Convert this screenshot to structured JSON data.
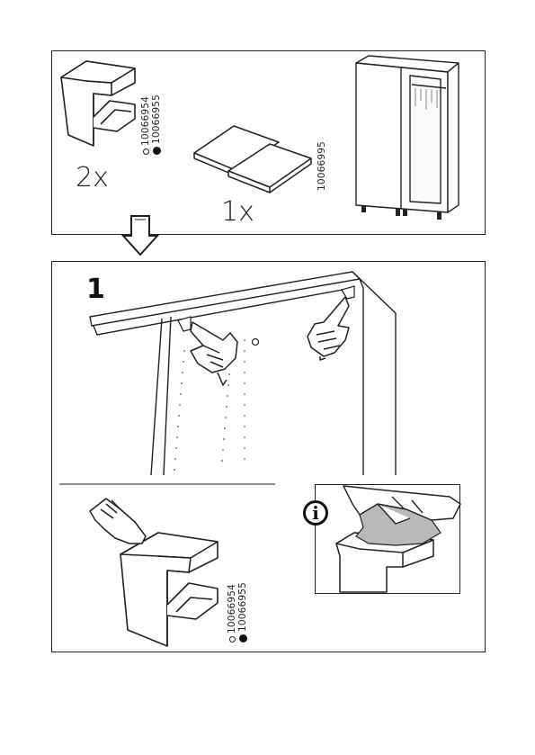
{
  "top_panel": {
    "bracket_quantity": "2x",
    "shelf_quantity": "1x",
    "shelf_article": "10066995",
    "bracket_articles": [
      {
        "marker": "white-circle",
        "number": "10066954"
      },
      {
        "marker": "black-circle",
        "number": "10066955"
      }
    ]
  },
  "step_panel": {
    "step_number": "1",
    "info_symbol": "i",
    "bracket_articles": [
      {
        "marker": "white-circle",
        "number": "10066954"
      },
      {
        "marker": "black-circle",
        "number": "10066955"
      }
    ]
  }
}
